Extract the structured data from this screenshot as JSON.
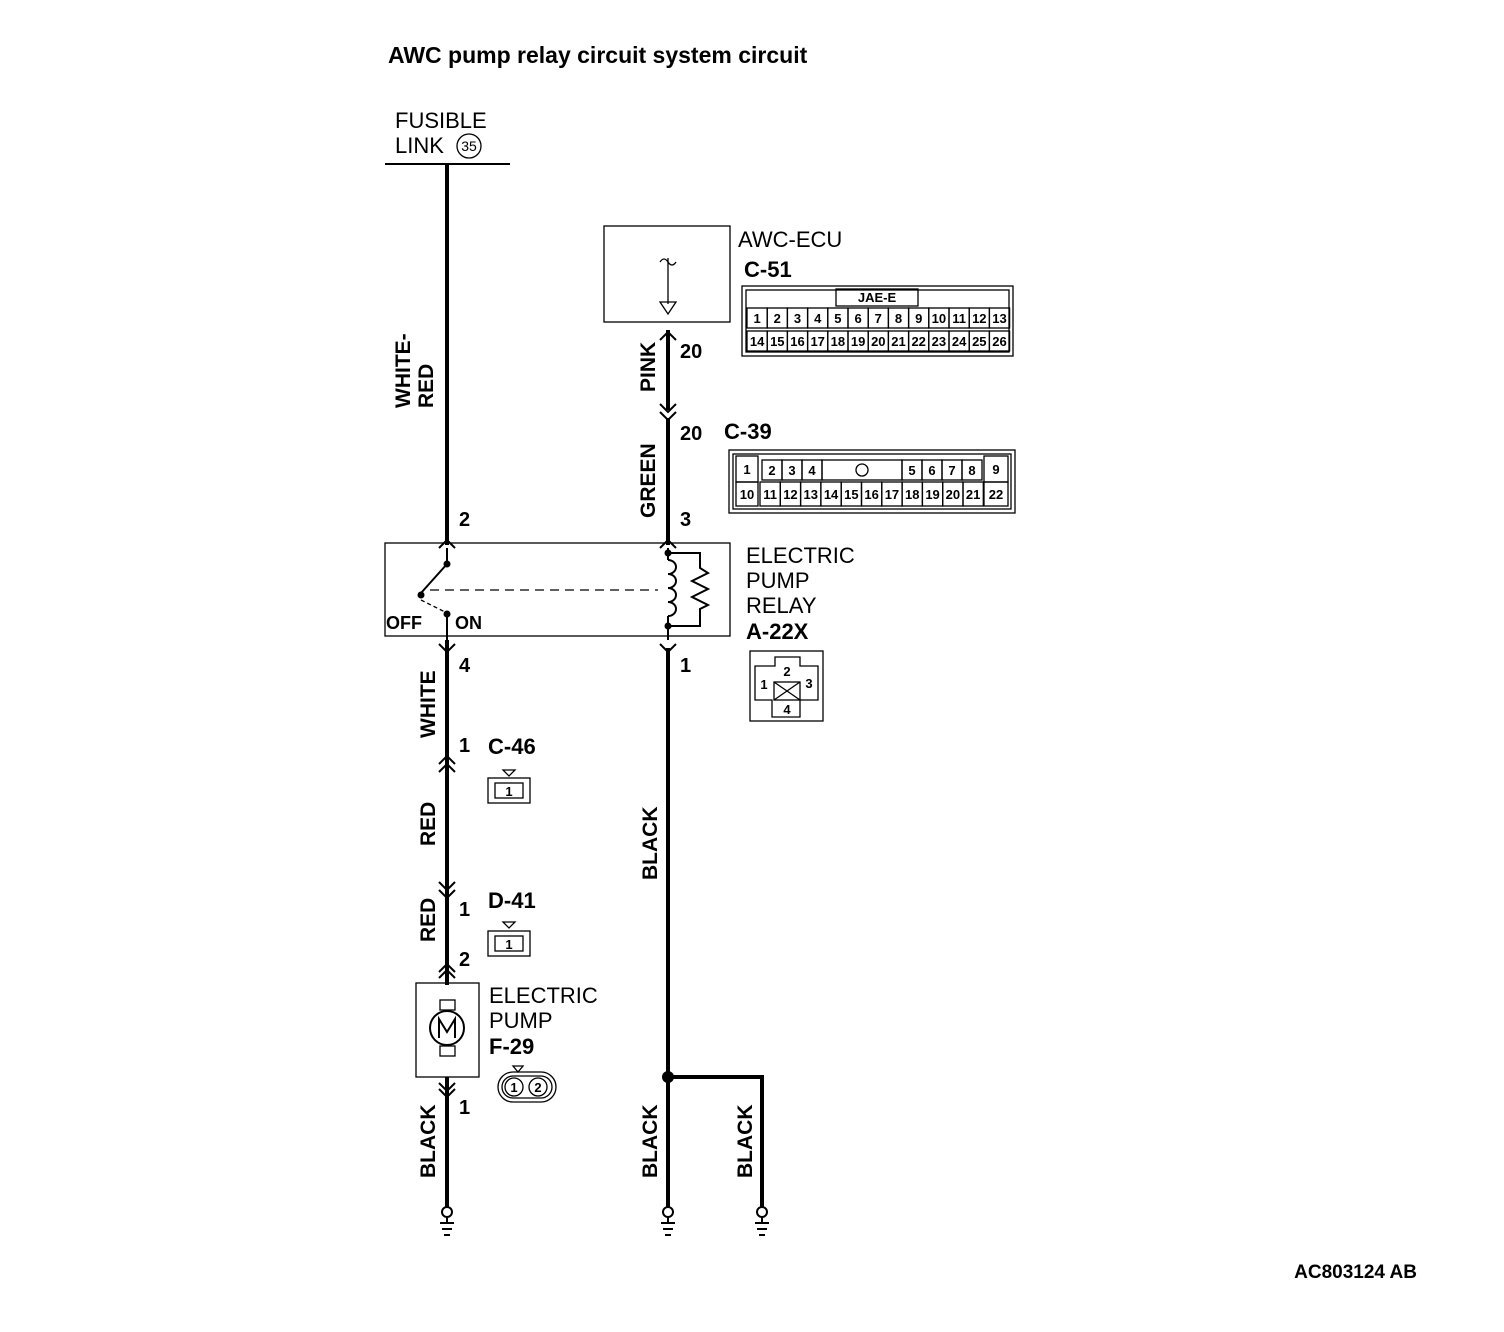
{
  "title": "AWC pump relay circuit system circuit",
  "figure_id": "AC803124 AB",
  "fusible_link": {
    "line1": "FUSIBLE",
    "line2": "LINK",
    "number": "35"
  },
  "ecu": {
    "name": "AWC-ECU",
    "connector": "C-51",
    "connector_label": "JAE-E",
    "row1": [
      "1",
      "2",
      "3",
      "4",
      "5",
      "6",
      "7",
      "8",
      "9",
      "10",
      "11",
      "12",
      "13"
    ],
    "row2": [
      "14",
      "15",
      "16",
      "17",
      "18",
      "19",
      "20",
      "21",
      "22",
      "23",
      "24",
      "25",
      "26"
    ]
  },
  "c39": {
    "connector": "C-39",
    "row1": [
      "1",
      "2",
      "3",
      "4",
      "5",
      "6",
      "7",
      "8",
      "9"
    ],
    "row2": [
      "10",
      "11",
      "12",
      "13",
      "14",
      "15",
      "16",
      "17",
      "18",
      "19",
      "20",
      "21",
      "22"
    ]
  },
  "relay": {
    "line1": "ELECTRIC",
    "line2": "PUMP",
    "line3": "RELAY",
    "connector": "A-22X",
    "off": "OFF",
    "on": "ON",
    "pins": [
      "1",
      "2",
      "3",
      "4"
    ]
  },
  "pump": {
    "line1": "ELECTRIC",
    "line2": "PUMP",
    "connector": "F-29",
    "pins": [
      "1",
      "2"
    ]
  },
  "c46": {
    "connector": "C-46",
    "pin": "1"
  },
  "d41": {
    "connector": "D-41",
    "pin": "1"
  },
  "wires": {
    "white_red_1": "WHITE-",
    "white_red_2": "RED",
    "pink": "PINK",
    "green": "GREEN",
    "white": "WHITE",
    "red_a": "RED",
    "red_b": "RED",
    "black_a": "BLACK",
    "black_b": "BLACK",
    "black_c": "BLACK",
    "black_d": "BLACK"
  },
  "pins": {
    "ecu_20": "20",
    "c39_20": "20",
    "relay_2": "2",
    "relay_3": "3",
    "relay_4": "4",
    "relay_1": "1",
    "c46_1": "1",
    "d41_1": "1",
    "pump_2": "2",
    "pump_1": "1"
  }
}
